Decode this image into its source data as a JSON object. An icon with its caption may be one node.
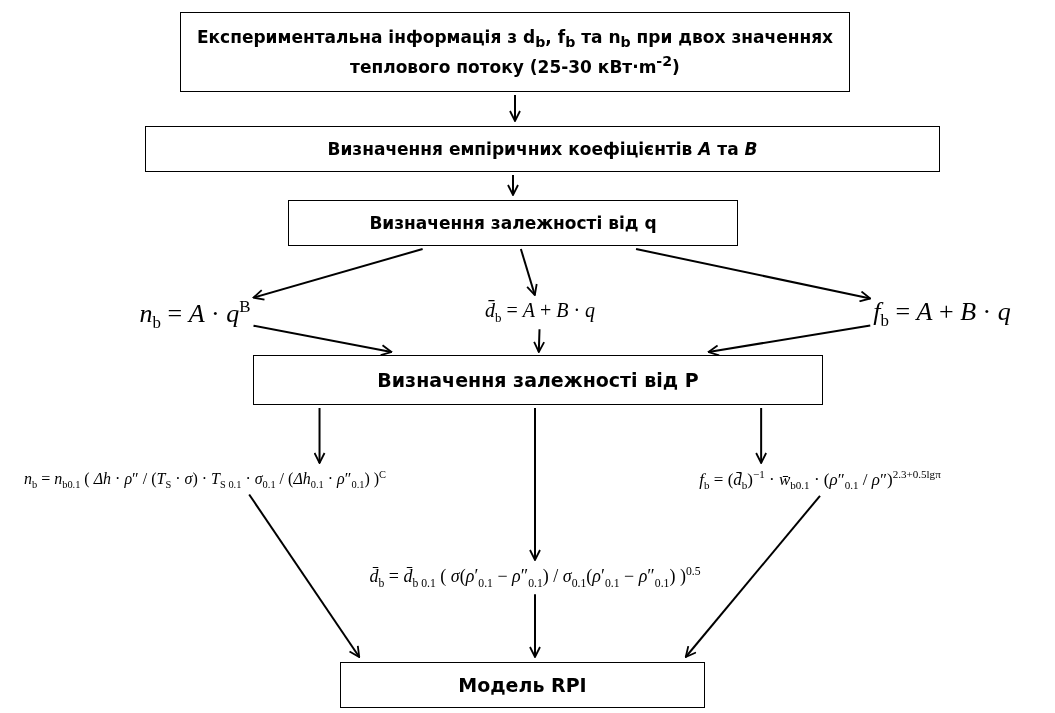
{
  "diagram": {
    "nodes": [
      {
        "text": [
          "Експериментальна інформація з d$_{b}$, f$_{b}$ та n$_{b}$ при двох значеннях теплового потоку (25-30 кВт·m$^{-2}$)"
        ]
      },
      {
        "text": [
          "Визначення емпіричних коефіцієнтів *A* та *B*"
        ]
      },
      {
        "text": [
          "Визначення залежності від q"
        ]
      },
      {
        "text": [
          "*n*$_{b}$ = *A* · *q*$^{B}$"
        ]
      },
      {
        "text": [
          "*d̄*$_{b}$ = *A* + *B* · *q*"
        ]
      },
      {
        "text": [
          "*f*$_{b}$ = *A* + *B* · *q*"
        ]
      },
      {
        "text": [
          "Визначення залежності від P"
        ]
      },
      {
        "text": [
          "*n*$_{b}$ = *n*$_{b0.1}$ ( *Δh* · *ρ*″ / (*T*$_{S}$ · *σ*) · *T*$_{S 0.1}$ · *σ*$_{0.1}$ / (*Δh*$_{0.1}$ · *ρ*″$_{0.1}$) )$^{C}$"
        ]
      },
      {
        "text": [
          "*f*$_{b}$ = (*d̄*$_{b}$)$^{−1}$ · *w̄*$_{b0.1}$ · (*ρ*″$_{0.1}$ / *ρ*″)$^{2.3+0.5lgπ}$"
        ]
      },
      {
        "text": [
          "*d̄*$_{b}$ = *d̄*$_{b 0.1}$ ( *σ*(*ρ*′$_{0.1}$ − *ρ*″$_{0.1}$) / *σ*$_{0.1}$(*ρ*′$_{0.1}$ − *ρ*″$_{0.1}$) )$^{0.5}$"
        ]
      },
      {
        "text": [
          "Модель RPI"
        ]
      }
    ],
    "edges": [
      {
        "from": 0,
        "to": 1,
        "arrow": "to"
      },
      {
        "from": 1,
        "to": 2,
        "arrow": "to"
      },
      {
        "from": 2,
        "to": 3,
        "arrow": "to"
      },
      {
        "from": 2,
        "to": 4,
        "arrow": "to"
      },
      {
        "from": 2,
        "to": 5,
        "arrow": "to"
      },
      {
        "from": 3,
        "to": 6,
        "arrow": "to"
      },
      {
        "from": 4,
        "to": 6,
        "arrow": "to"
      },
      {
        "from": 5,
        "to": 6,
        "arrow": "to"
      },
      {
        "from": 6,
        "to": 7,
        "arrow": "to"
      },
      {
        "from": 6,
        "to": 9,
        "arrow": "to"
      },
      {
        "from": 6,
        "to": 8,
        "arrow": "to"
      },
      {
        "from": 7,
        "to": 10,
        "arrow": "to"
      },
      {
        "from": 9,
        "to": 10,
        "arrow": "to"
      },
      {
        "from": 8,
        "to": 10,
        "arrow": "to"
      }
    ]
  }
}
